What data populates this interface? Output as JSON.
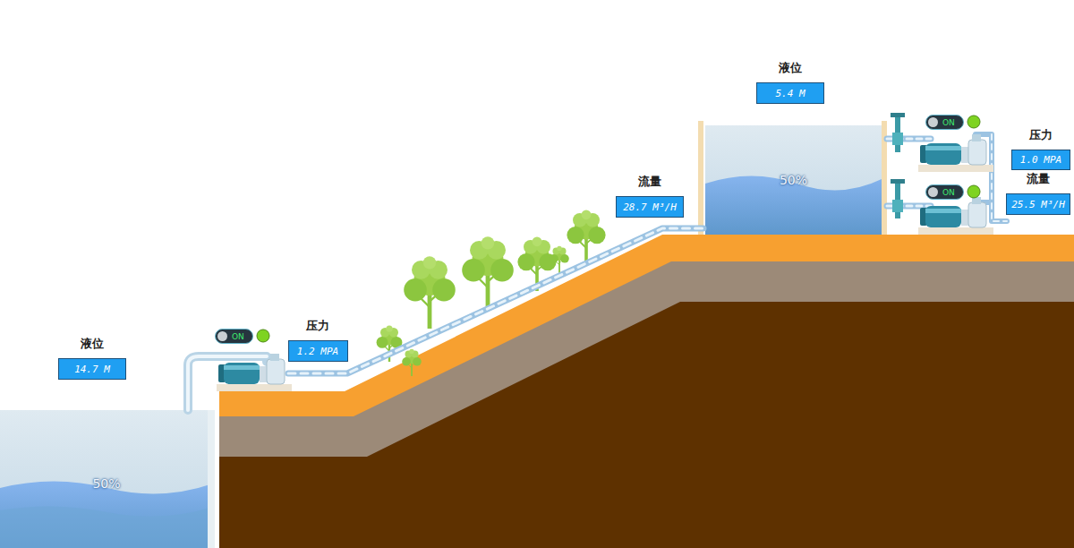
{
  "diagram": {
    "nodes": [
      {
        "text": [
          "50%"
        ]
      },
      {
        "text": [
          "液位",
          "14.7 M"
        ]
      },
      {
        "text": [
          "ON"
        ]
      },
      {
        "text": [
          "压力",
          "1.2 MPA"
        ]
      },
      {
        "text": [
          "流量",
          "28.7 M³/H"
        ]
      },
      {
        "text": [
          "液位",
          "5.4 M"
        ]
      },
      {
        "text": [
          "50%"
        ]
      },
      {
        "text": [
          "ON"
        ]
      },
      {
        "text": [
          "压力",
          "1.0 MPA"
        ]
      },
      {
        "text": [
          "ON"
        ]
      },
      {
        "text": [
          "流量",
          "25.5 M³/H"
        ]
      }
    ]
  }
}
